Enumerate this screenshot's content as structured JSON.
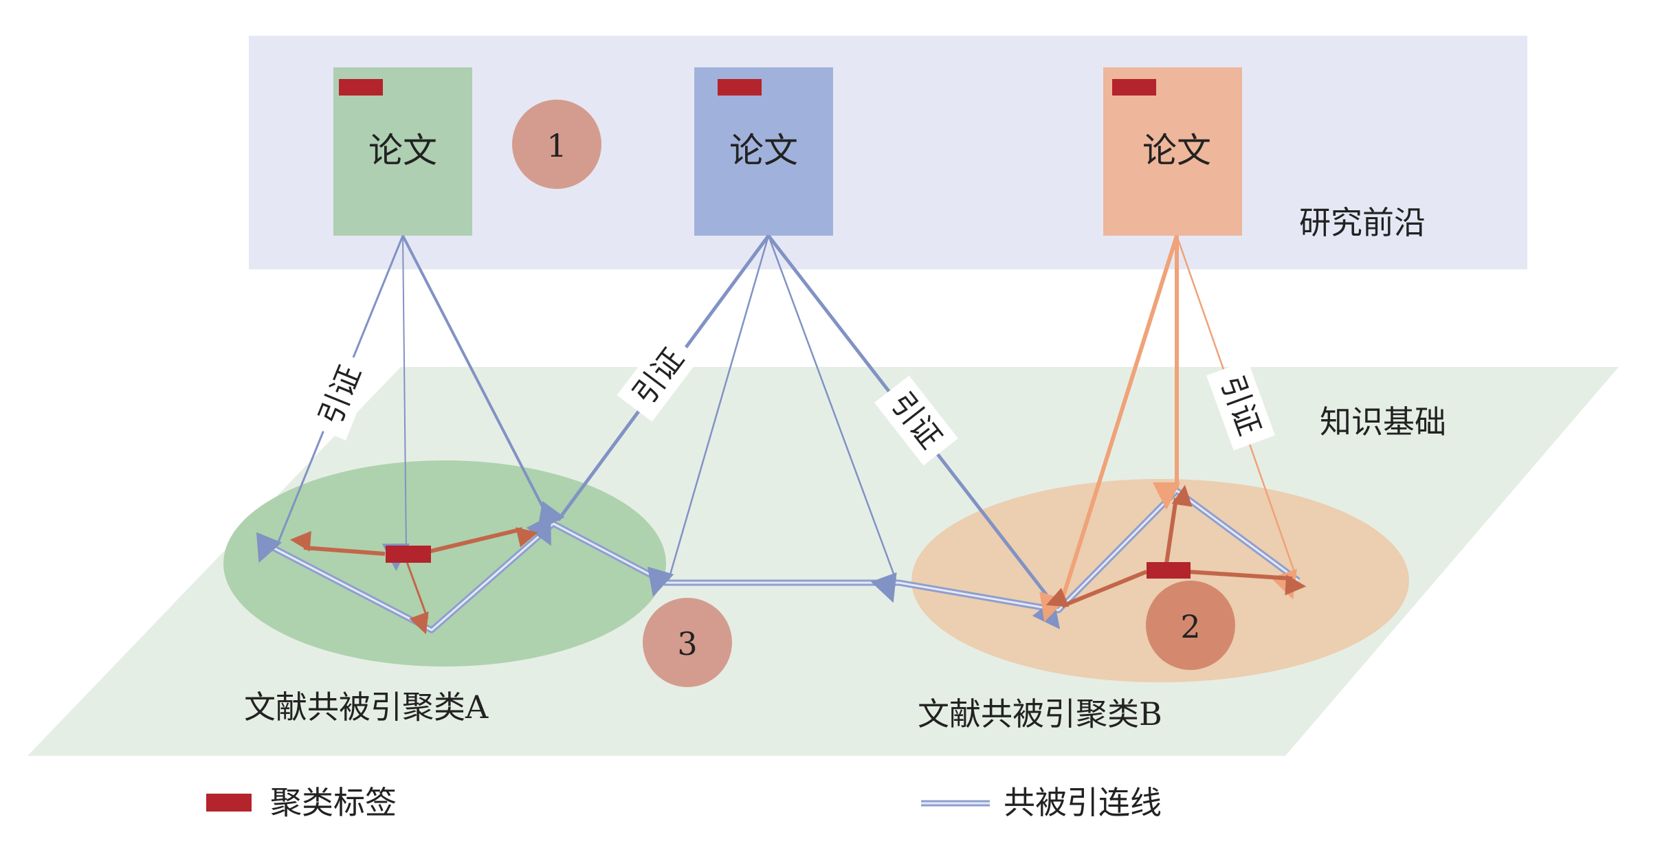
{
  "layers": {
    "research_front": "研究前沿",
    "knowledge_base": "知识基础"
  },
  "papers": [
    {
      "label": "论文",
      "fill": "#aecfb2"
    },
    {
      "label": "论文",
      "fill": "#a0b2db"
    },
    {
      "label": "论文",
      "fill": "#eeb69b"
    }
  ],
  "markers": [
    "1",
    "2",
    "3"
  ],
  "edge_label": "引证",
  "clusters": {
    "a": {
      "label": "文献共被引聚类A",
      "fill": "#aed2ad"
    },
    "b": {
      "label": "文献共被引聚类B",
      "fill": "#ecceb0"
    }
  },
  "legend": {
    "cluster_tag": "聚类标签",
    "cocitation_line": "共被引连线"
  },
  "colors": {
    "band": "#e5e8f4",
    "plane": "#e5eee5",
    "tag": "#b3242c",
    "blue_line": "#8e9fd0",
    "orange_line": "#f0a278",
    "red_arrow": "#c2664a",
    "marker": "#d49c8e"
  }
}
